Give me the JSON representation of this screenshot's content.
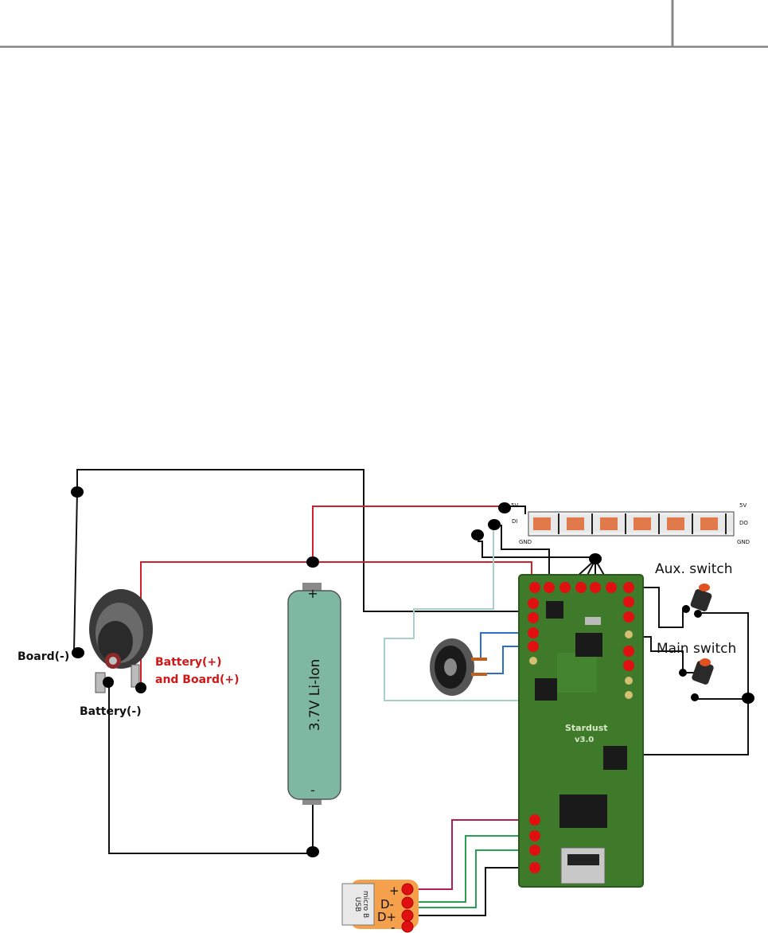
{
  "labels": {
    "board_minus": "Board(-)",
    "battery_minus": "Battery(-)",
    "battery_plus": "Battery(+)",
    "and_board_plus": "and Board(+)",
    "battery": "3.7V Li-Ion",
    "battery_pos": "+",
    "battery_neg": "-",
    "aux_switch": "Aux. switch",
    "main_switch": "Main switch",
    "board_name": "Stardust",
    "board_version": "v3.0",
    "usb_text_1": "USB",
    "usb_text_2": "micro B",
    "usb_plus": "+",
    "usb_dminus": "D-",
    "usb_dplus": "D+",
    "usb_minus": "-",
    "strip_5v_left": "5V",
    "strip_di": "DI",
    "strip_gnd_left": "GND",
    "strip_5v_right": "5V",
    "strip_do": "DO",
    "strip_gnd_right": "GND"
  },
  "colors": {
    "wire_black": "#111111",
    "wire_red": "#d0202a",
    "wire_blue": "#2a6fc0",
    "wire_teal": "#a8d0c8",
    "wire_green": "#2aa050",
    "wire_maroon": "#b02050",
    "battery_body": "#7fb8a0",
    "pcb": "#3e7a2a",
    "usb_orange": "#f5a04a",
    "pin_red": "#e01010",
    "label_red": "#d01818"
  }
}
